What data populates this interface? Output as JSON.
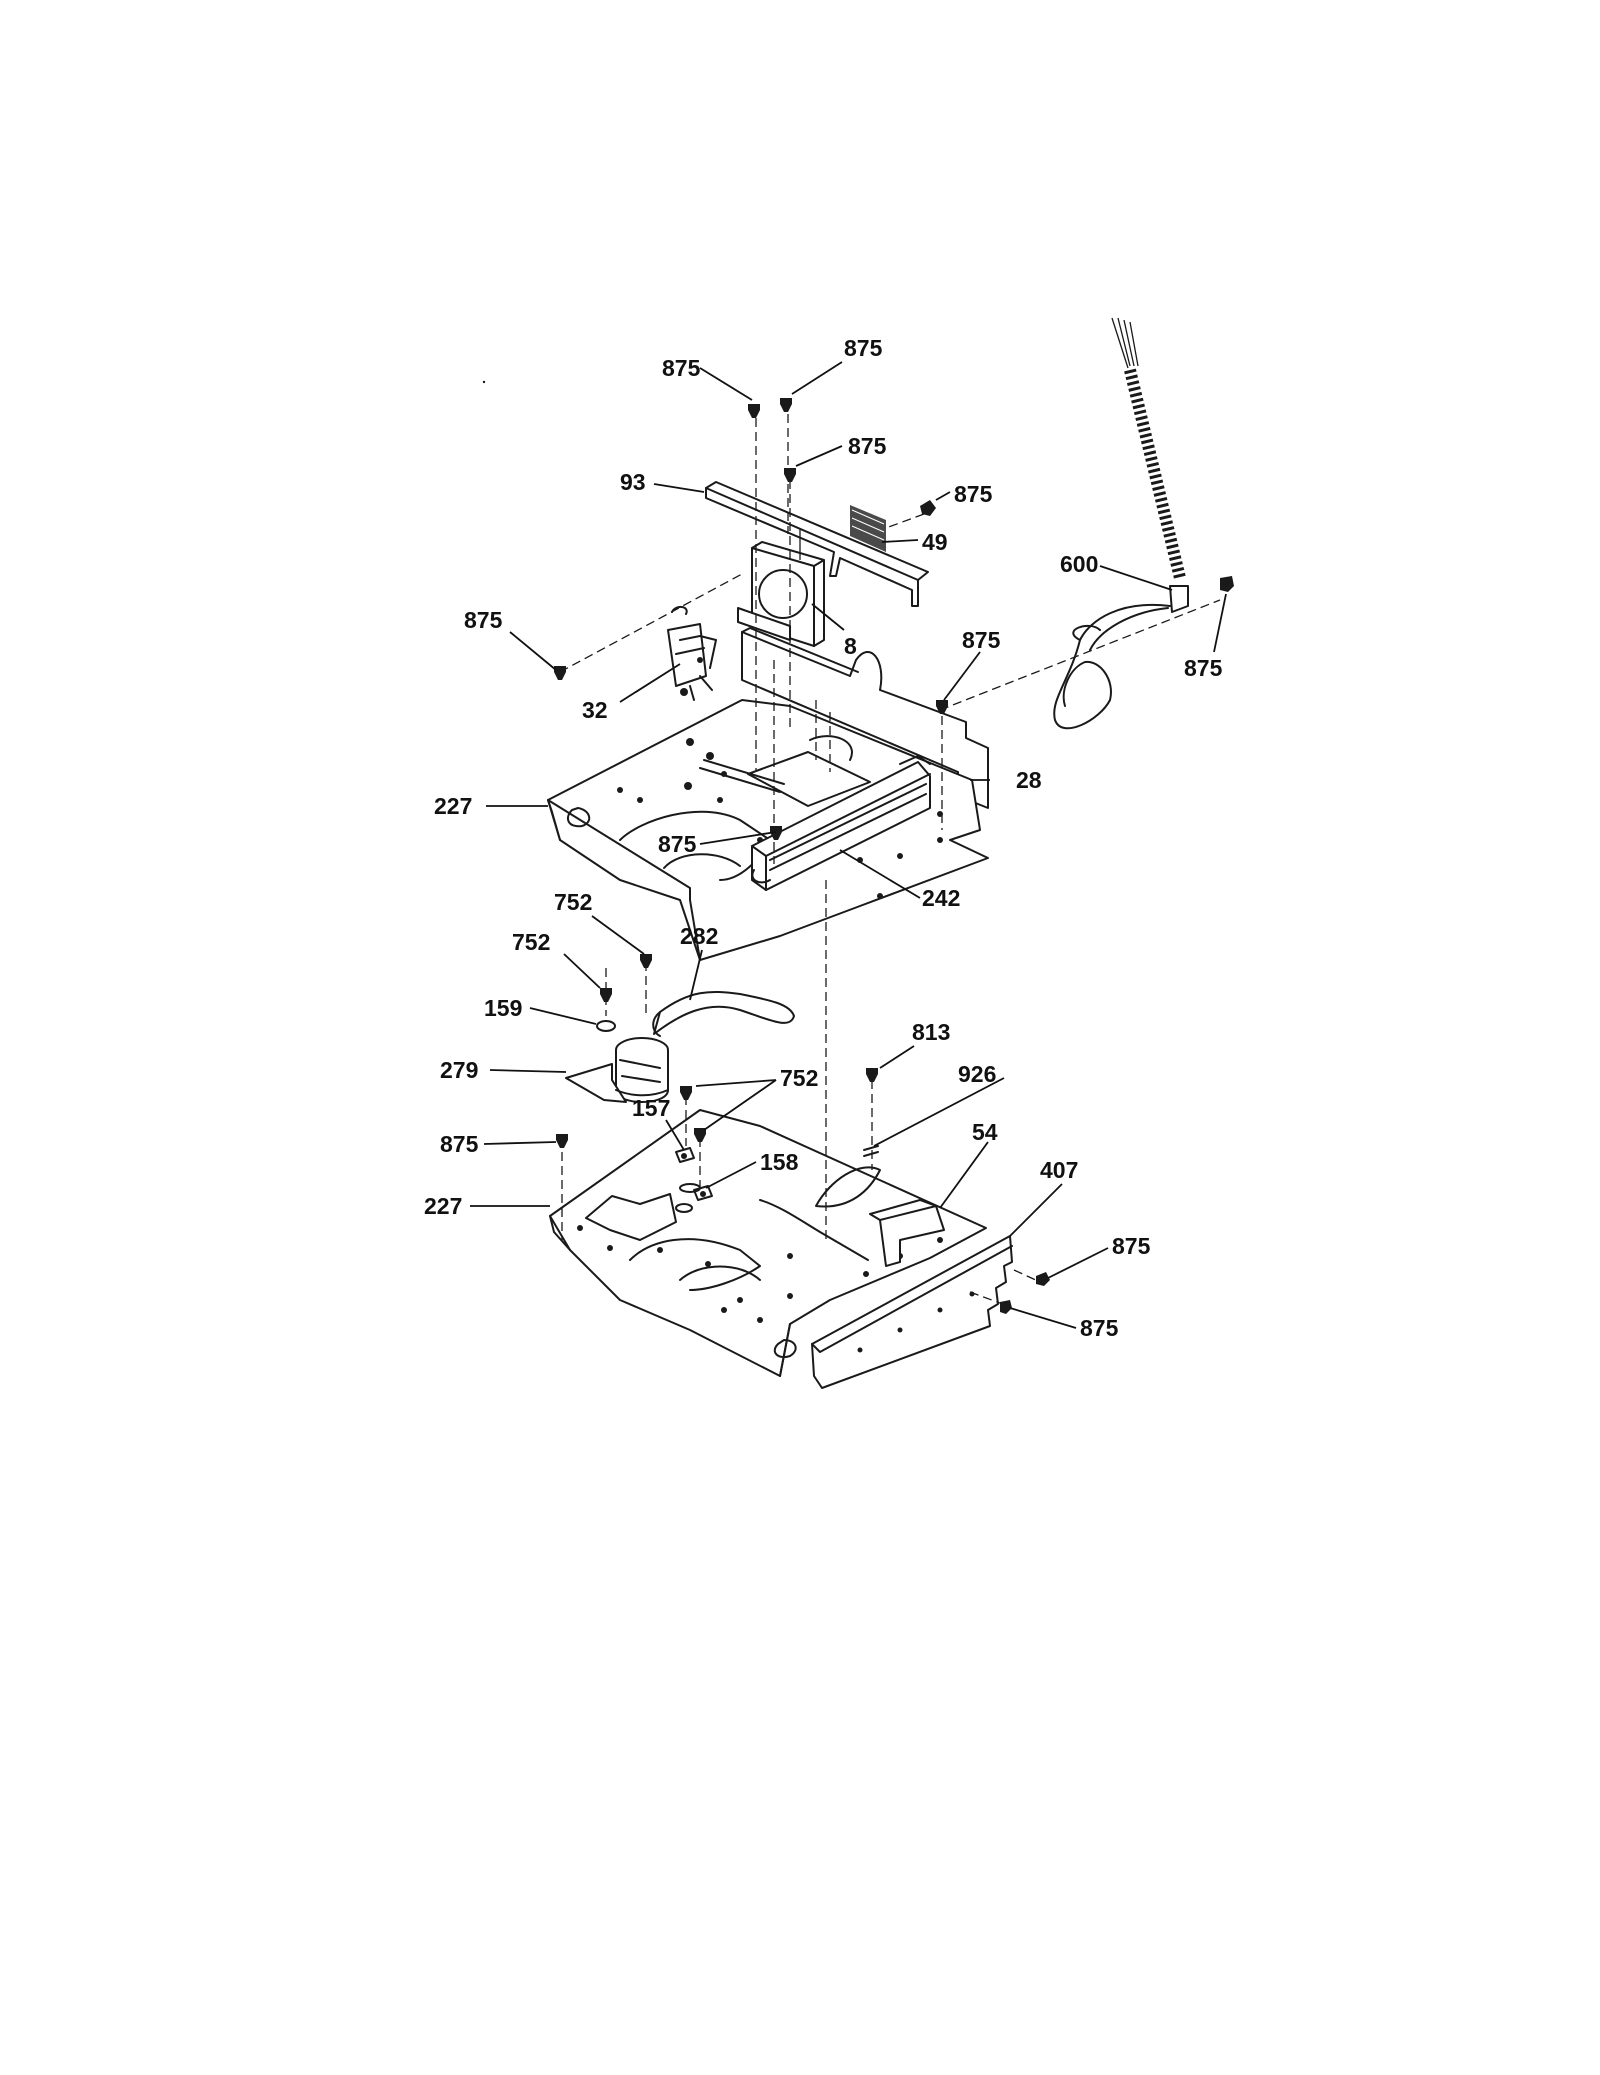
{
  "labels": {
    "l875_a": "875",
    "l875_b": "875",
    "l875_c": "875",
    "l875_d": "875",
    "l93": "93",
    "l49": "49",
    "l600": "600",
    "l875_e": "875",
    "l8": "8",
    "l875_f": "875",
    "l32": "32",
    "l875_g": "875",
    "l28": "28",
    "l227_a": "227",
    "l875_h": "875",
    "l242": "242",
    "l752_a": "752",
    "l752_b": "752",
    "l282": "282",
    "l159": "159",
    "l279": "279",
    "l813": "813",
    "l926": "926",
    "l752_c": "752",
    "l157": "157",
    "l875_i": "875",
    "l158": "158",
    "l54": "54",
    "l227_b": "227",
    "l407": "407",
    "l875_j": "875",
    "l875_k": "875"
  }
}
